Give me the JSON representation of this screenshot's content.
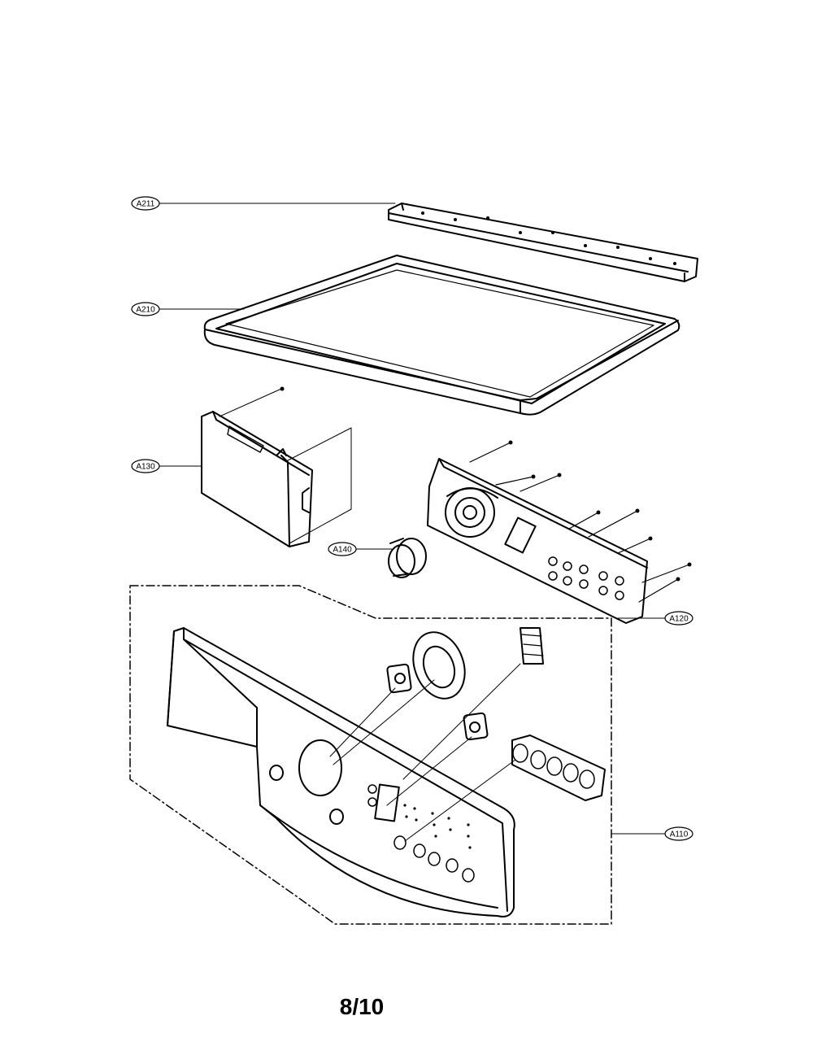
{
  "parts": {
    "a211": "A211",
    "a210": "A210",
    "a130": "A130",
    "a140": "A140",
    "a120": "A120",
    "a110": "A110"
  },
  "page_number": "8/10"
}
